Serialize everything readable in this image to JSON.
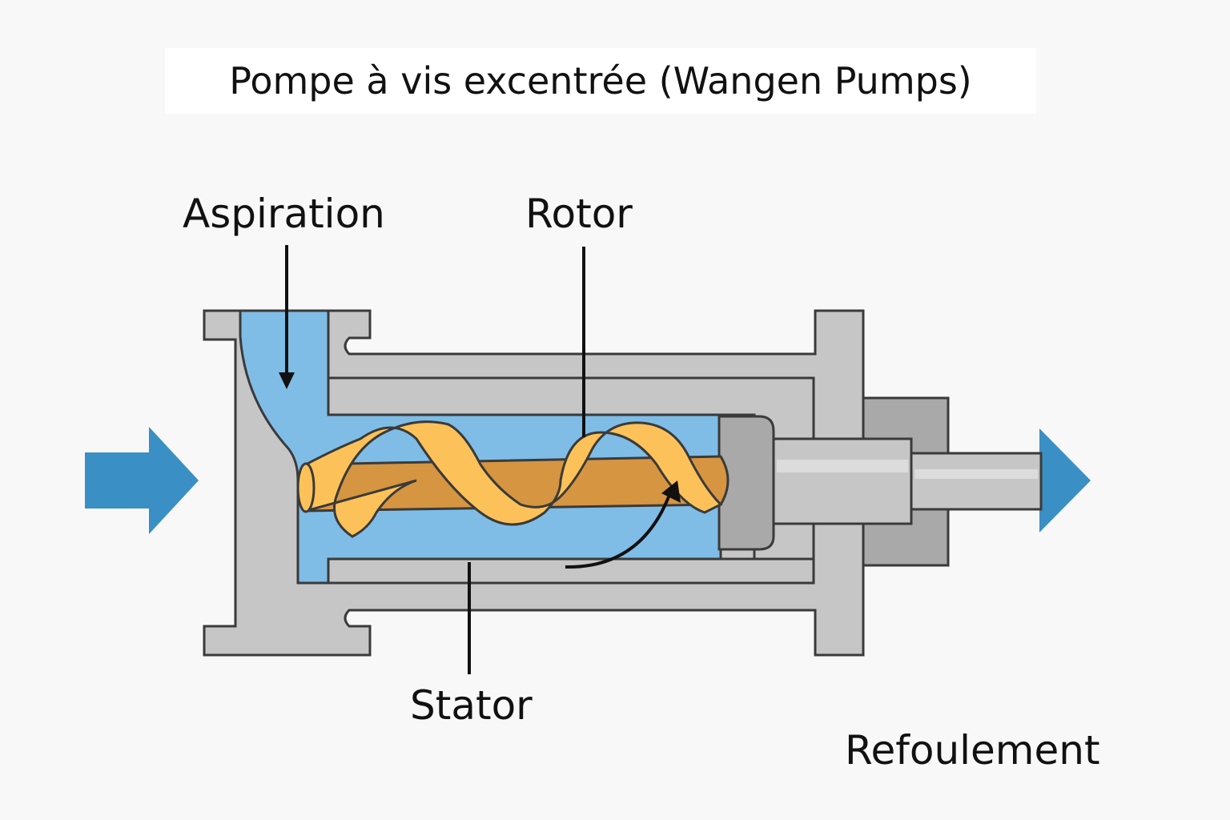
{
  "title": "Pompe à vis excentrée (Wangen Pumps)",
  "labels": {
    "aspiration": "Aspiration",
    "rotor": "Rotor",
    "stator": "Stator",
    "refoulement": "Refoulement"
  },
  "colors": {
    "fluid": "#7fbde6",
    "flow_arrow": "#3a8fc4",
    "housing": "#c6c6c6",
    "housing_dark": "#a9a9a9",
    "rotor_light": "#fcc259",
    "rotor_dark": "#d69541",
    "outline": "#3a3a3a"
  },
  "icons": {
    "inlet": "flow-inlet-arrow-icon",
    "outlet": "flow-outlet-arrow-icon",
    "rotation": "rotation-arrow-icon"
  }
}
